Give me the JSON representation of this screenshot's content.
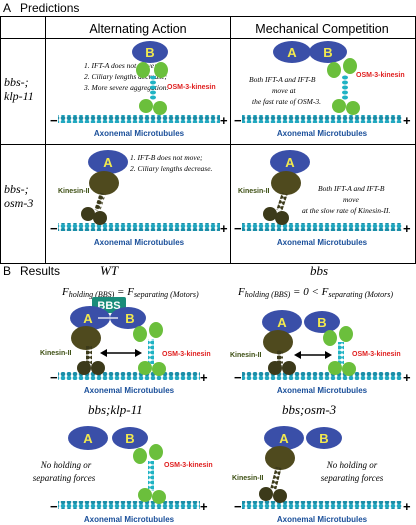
{
  "section_a": {
    "letter": "A",
    "title": "Predictions",
    "col_headers": [
      "Alternating Action",
      "Mechanical Competition"
    ],
    "row1": {
      "label_line1": "bbs-;",
      "label_line2": "klp-11",
      "alt_notes": [
        "1. IFT-A does not move;",
        "2. Ciliary lengths decrease;",
        "3. More severe aggregation."
      ],
      "mech_notes": [
        "Both IFT-A and IFT-B",
        "move at",
        "the fast rate of OSM-3."
      ]
    },
    "row2": {
      "label_line1": "bbs-;",
      "label_line2": "osm-3",
      "alt_notes": [
        "1. IFT-B does not move;",
        "2. Ciliary lengths decrease."
      ],
      "mech_notes": [
        "Both IFT-A and IFT-B",
        "move",
        "at the slow rate of Kinesin-II."
      ]
    }
  },
  "section_b": {
    "letter": "B",
    "title": "Results",
    "wt": {
      "title": "WT",
      "eq_f1": "F",
      "eq_sub1": "holding (BBS)",
      "eq_mid": " = F",
      "eq_sub2": "separating (Motors)",
      "bbs_box": "BBS"
    },
    "bbs": {
      "title": "bbs",
      "eq_f1": "F",
      "eq_sub1": "holding (BBS)",
      "eq_mid": " = 0 < F",
      "eq_sub2": "separating (Motors)"
    },
    "bbs_klp11": {
      "title": "bbs;klp-11",
      "note": [
        "No holding or",
        "separating forces"
      ]
    },
    "bbs_osm3": {
      "title": "bbs;osm-3",
      "note": [
        "No holding or",
        "separating forces"
      ]
    }
  },
  "labels": {
    "ift_a": "A",
    "ift_b": "B",
    "osm3": "OSM-3-kinesin",
    "kinesin2": "Kinesin-II",
    "microtubules": "Axonemal Microtubules",
    "minus": "−",
    "plus": "+"
  },
  "colors": {
    "ift_a": "#3a4fa8",
    "ift_b": "#3a4fa8",
    "ift_text": "#f2e94e",
    "osm3_head": "#6bbf3c",
    "osm3_stalk": "#20b3c4",
    "kinesin2_head": "#4f4a1e",
    "kinesin2_body": "#3c3a1a",
    "bbs_box": "#1a8c7a",
    "microtubule": "#22a8c0",
    "osm3_label": "#e02020",
    "kinesin2_label": "#3c4e12",
    "mt_label": "#1a4f9a"
  }
}
